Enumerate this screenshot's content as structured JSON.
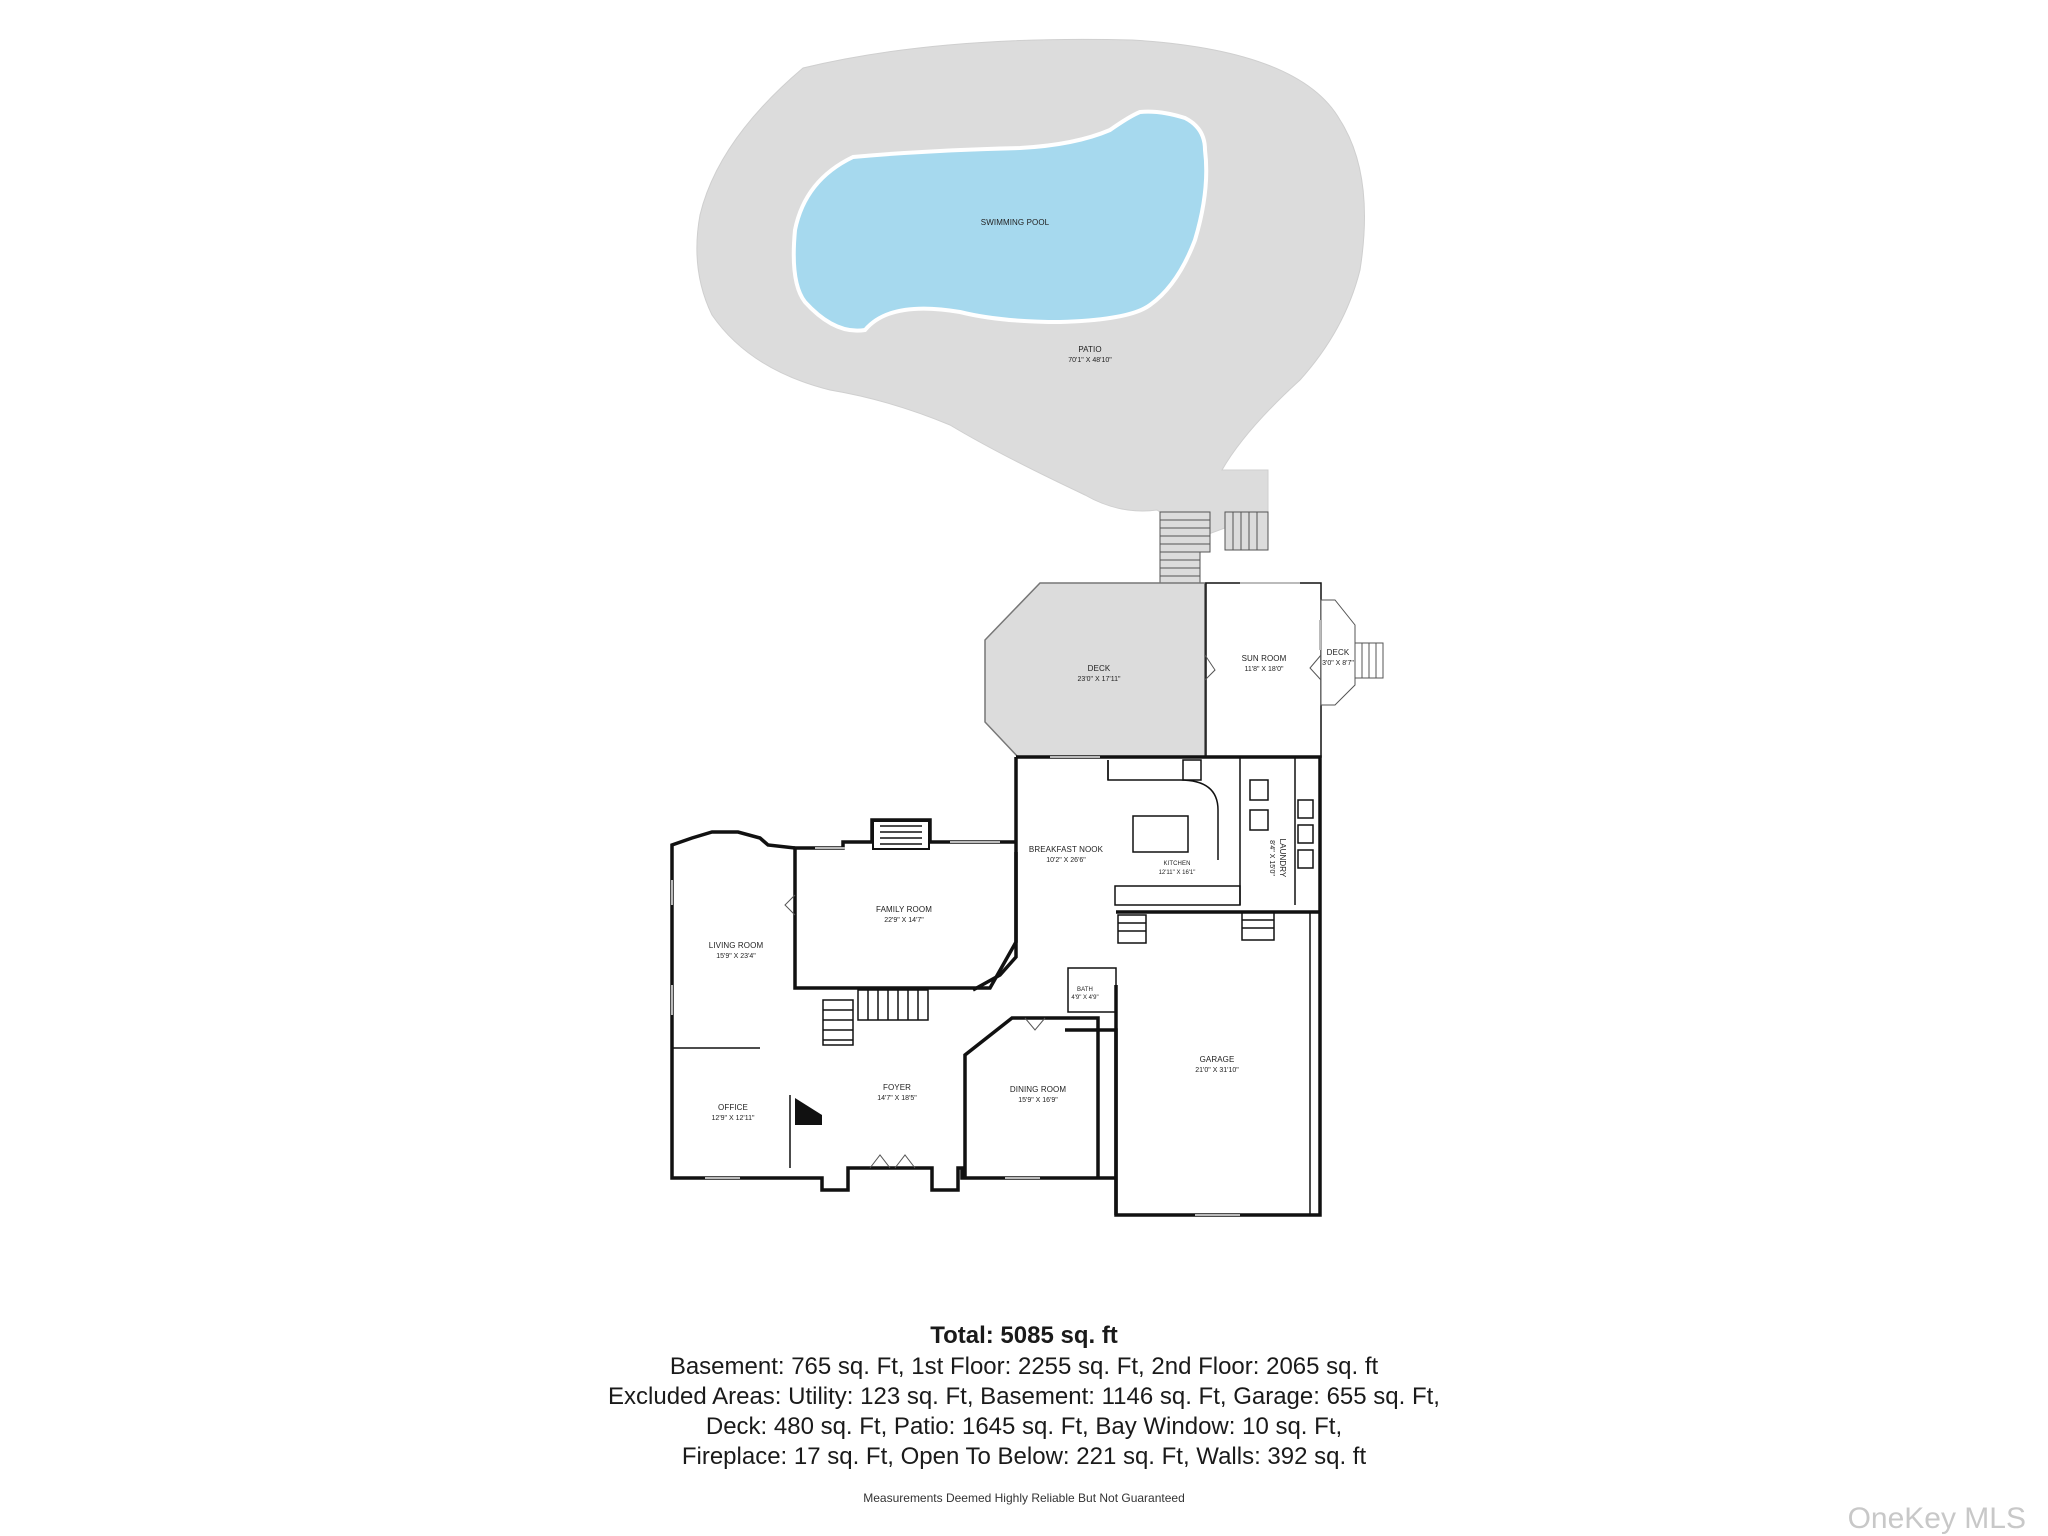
{
  "rooms": {
    "swimming_pool": {
      "name": "SWIMMING POOL"
    },
    "patio": {
      "name": "PATIO",
      "dims": "70'1\" X 48'10\""
    },
    "deck_main": {
      "name": "DECK",
      "dims": "23'0\" X 17'11\""
    },
    "sun_room": {
      "name": "SUN ROOM",
      "dims": "11'8\" X 18'0\""
    },
    "deck_small": {
      "name": "DECK",
      "dims": "3'0\" X 8'7\""
    },
    "breakfast_nook": {
      "name": "BREAKFAST NOOK",
      "dims": "10'2\" X 26'6\""
    },
    "kitchen": {
      "name": "KITCHEN",
      "dims": "12'11\" X 16'1\""
    },
    "laundry": {
      "name": "LAUNDRY",
      "dims": "8'4\" X 15'0\""
    },
    "family_room": {
      "name": "FAMILY ROOM",
      "dims": "22'9\" X 14'7\""
    },
    "living_room": {
      "name": "LIVING ROOM",
      "dims": "15'9\" X 23'4\""
    },
    "bath": {
      "name": "BATH",
      "dims": "4'9\" X 4'9\""
    },
    "garage": {
      "name": "GARAGE",
      "dims": "21'0\" X 31'10\""
    },
    "office": {
      "name": "OFFICE",
      "dims": "12'9\" X 12'11\""
    },
    "foyer": {
      "name": "FOYER",
      "dims": "14'7\" X 18'5\""
    },
    "dining_room": {
      "name": "DINING ROOM",
      "dims": "15'9\" X 16'9\""
    }
  },
  "summary": {
    "total": "Total: 5085 sq. ft",
    "line1": "Basement: 765 sq. Ft, 1st Floor: 2255 sq. Ft, 2nd Floor: 2065 sq. ft",
    "line2": "Excluded Areas: Utility: 123 sq. Ft, Basement: 1146 sq. Ft, Garage: 655 sq. Ft,",
    "line3": "Deck: 480 sq. Ft, Patio: 1645 sq. Ft, Bay Window: 10 sq. Ft,",
    "line4": "Fireplace: 17 sq. Ft, Open To Below: 221 sq. Ft, Walls: 392 sq. ft"
  },
  "disclaimer": "Measurements Deemed Highly Reliable But Not Guaranteed",
  "watermark": "OneKey MLS",
  "colors": {
    "patio": "#dcdcdc",
    "pool": "#a6d9ee",
    "pool_edge": "#ffffff",
    "wall": "#111111"
  }
}
